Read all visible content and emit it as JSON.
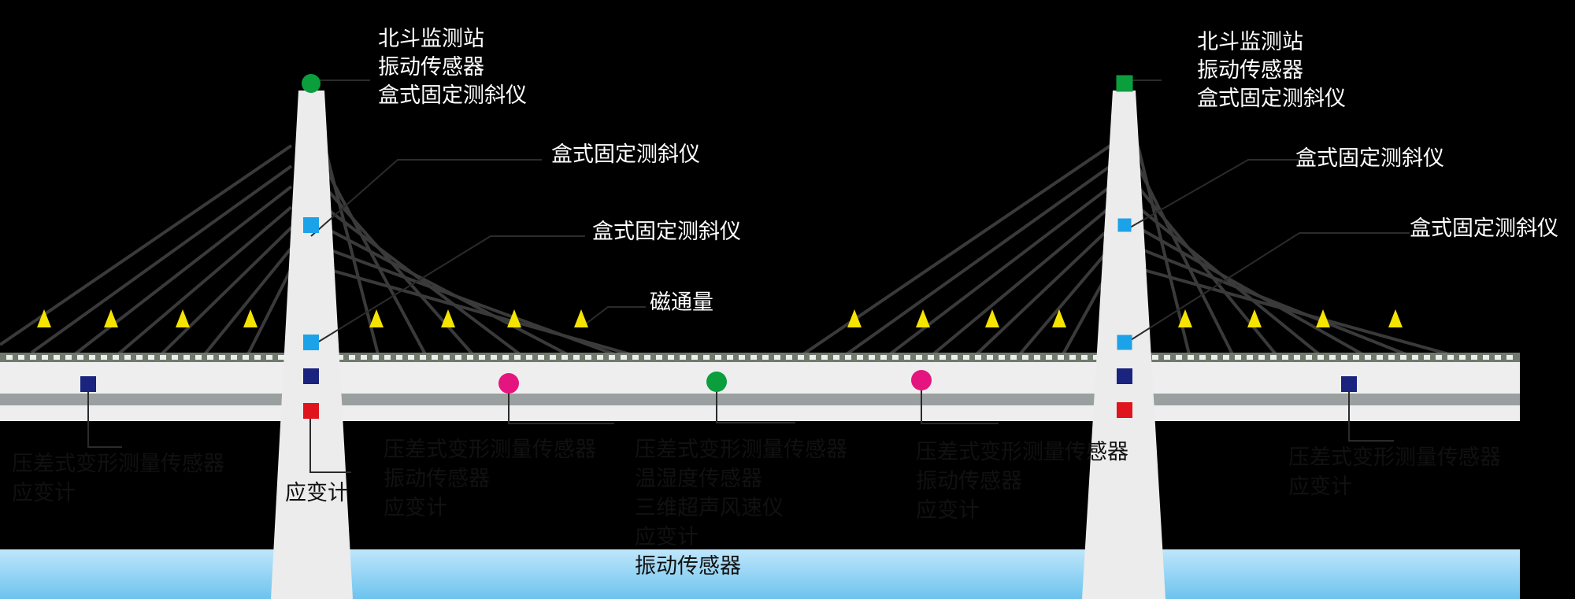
{
  "diagram": {
    "colors": {
      "background": "#000000",
      "tower": "#ececec",
      "deck": "#eeeeee",
      "deck_shadow": "#9aa0a0",
      "rail": "#6f7a6c",
      "cable": "#3a3a3a",
      "water_top": "#bfe6fb",
      "water_bottom": "#6cc3ee",
      "beidou": "#0a9e3d",
      "inclinometer": "#1ca2e8",
      "vibration": "#1a237e",
      "strain": "#e0141c",
      "deformation": "#e5157f",
      "magnetic_flux": "#f5e400",
      "leader": "#2b2b2b"
    },
    "labels": {
      "left_top": [
        "北斗监测站",
        "振动传感器",
        "盒式固定测斜仪"
      ],
      "right_top": [
        "北斗监测站",
        "振动传感器",
        "盒式固定测斜仪"
      ],
      "left_incl_1": "盒式固定测斜仪",
      "left_incl_2": "盒式固定测斜仪",
      "right_incl_1": "盒式固定测斜仪",
      "right_incl_2": "盒式固定测斜仪",
      "magnetic": "磁通量",
      "left_end": [
        "压差式变形测量传感器",
        "应变计"
      ],
      "left_tower_base": "应变计",
      "left_mid": [
        "压差式变形测量传感器",
        "振动传感器",
        "应变计"
      ],
      "center": [
        "压差式变形测量传感器",
        "温湿度传感器",
        "三维超声风速仪",
        "应变计",
        "振动传感器"
      ],
      "right_mid": [
        "压差式变形测量传感器",
        "振动传感器",
        "应变计"
      ],
      "right_end": [
        "压差式变形测量传感器",
        "应变计"
      ]
    },
    "icons": {
      "beidou": "green-circle-icon",
      "inclinometer": "blue-square-icon",
      "vibration": "navy-square-icon",
      "strain": "red-square-icon",
      "deformation": "magenta-circle-icon",
      "magnetic": "yellow-triangle-icon"
    }
  }
}
